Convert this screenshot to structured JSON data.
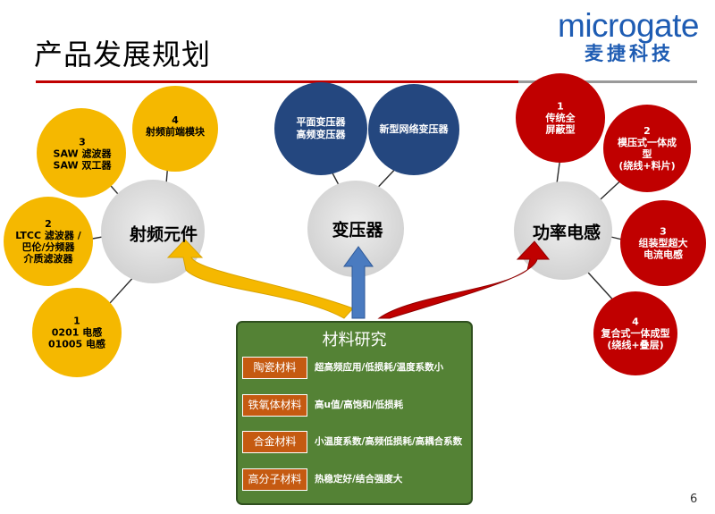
{
  "header": {
    "title": "产品发展规划",
    "logo_text": "microgate",
    "logo_cn": "麦捷科技"
  },
  "page_number": "6",
  "colors": {
    "rf_circle": "#f5b800",
    "transformer_circle": "#24477f",
    "inductor_circle": "#c00000",
    "hub_circle": "#dcdcdc",
    "material_box": "#548235",
    "material_label": "#c55a11",
    "rule_red": "#c00000"
  },
  "hubs": {
    "rf": "射频元件",
    "transformer": "变压器",
    "inductor": "功率电感"
  },
  "rf_items": [
    {
      "num": "4",
      "label": "射频前端模块"
    },
    {
      "num": "3",
      "label": "SAW 滤波器\nSAW 双工器"
    },
    {
      "num": "2",
      "label": "LTCC 滤波器 /\n巴伦/分频器\n介质滤波器"
    },
    {
      "num": "1",
      "label": "0201 电感\n01005 电感"
    }
  ],
  "transformer_items": [
    {
      "label": "平面变压器\n高频变压器"
    },
    {
      "label": "新型网络变压器"
    }
  ],
  "inductor_items": [
    {
      "num": "1",
      "label": "传统全\n屏蔽型"
    },
    {
      "num": "2",
      "label": "模压式一体成型\n(绕线+料片)"
    },
    {
      "num": "3",
      "label": "组装型超大\n电流电感"
    },
    {
      "num": "4",
      "label": "复合式一体成型\n(绕线+叠层)"
    }
  ],
  "materials": {
    "title": "材料研究",
    "rows": [
      {
        "name": "陶瓷材料",
        "desc": "超高频应用/低损耗/温度系数小"
      },
      {
        "name": "铁氧体材料",
        "desc": "高u值/高饱和/低损耗"
      },
      {
        "name": "合金材料",
        "desc": "小温度系数/高频低损耗/高耦合系数"
      },
      {
        "name": "高分子材料",
        "desc": "热稳定好/结合强度大"
      }
    ]
  }
}
